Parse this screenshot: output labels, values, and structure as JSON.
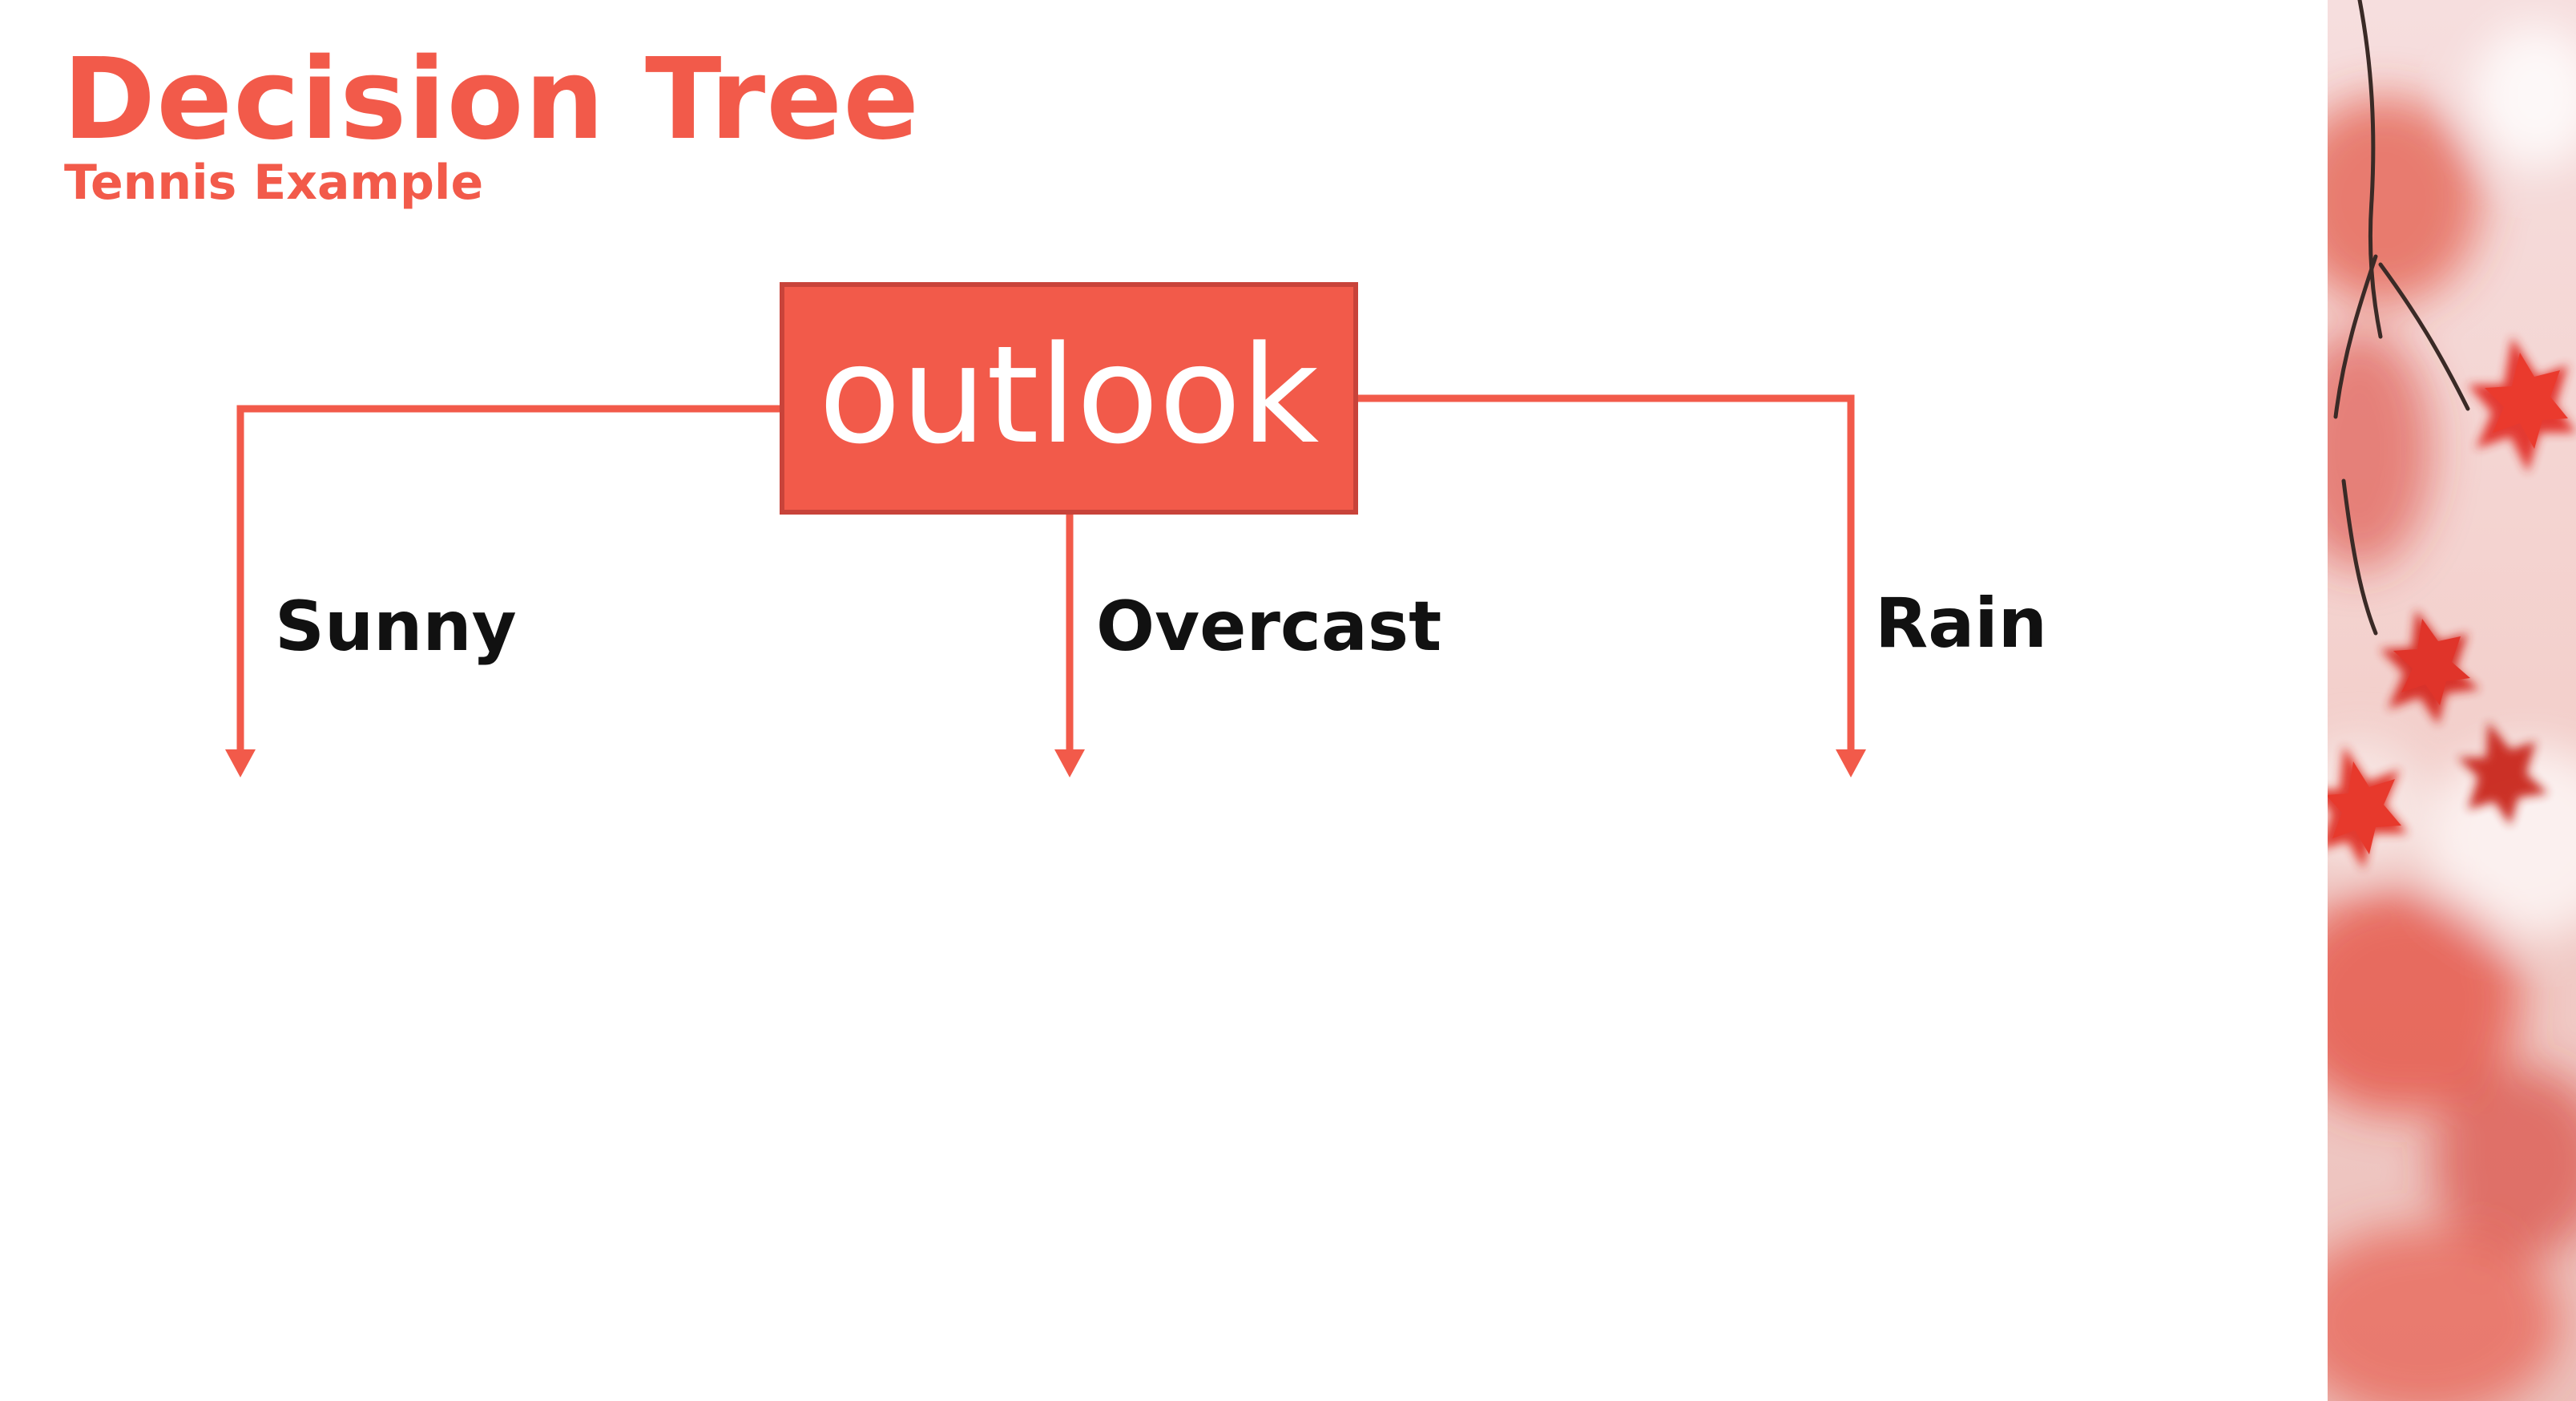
{
  "slide": {
    "title": "Decision Tree",
    "subtitle": "Tennis Example"
  },
  "tree": {
    "root": "outlook",
    "branches": [
      {
        "label": "Sunny"
      },
      {
        "label": "Overcast"
      },
      {
        "label": "Rain"
      }
    ]
  },
  "colors": {
    "accent": "#f25a4a",
    "node_border": "#c8433a",
    "branch_text": "#111111",
    "background": "#ffffff"
  },
  "icons": {
    "decoration": "red-maple-leaves-photo"
  }
}
